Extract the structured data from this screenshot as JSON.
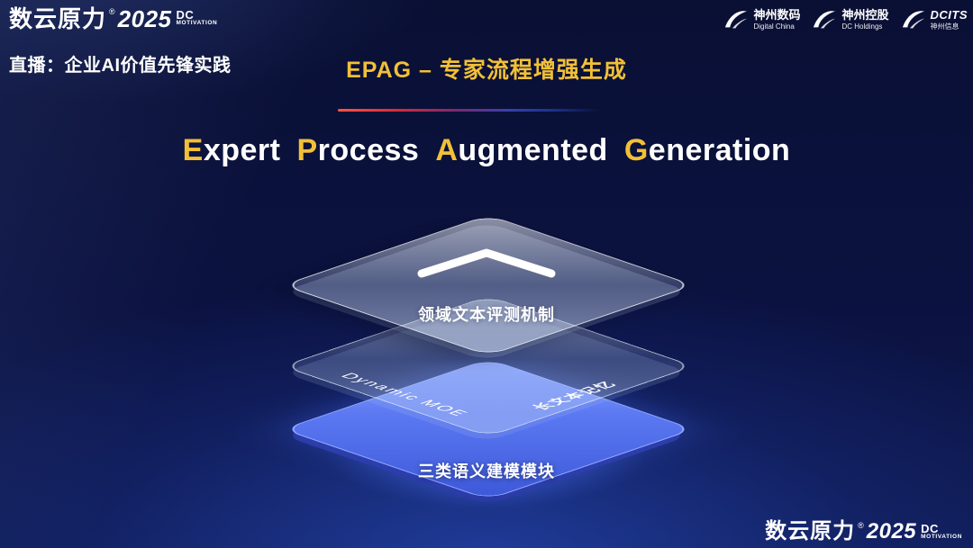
{
  "colors": {
    "gold": "#f2c037",
    "accent_red": "#ff5342",
    "accent_blue": "#2a4ad6",
    "layer_blue": "#4a67e8"
  },
  "header": {
    "logo": {
      "brand": "数云原力",
      "reg": "®",
      "year": "2025",
      "sub_top": "DC",
      "sub_bottom": "MOTIVATION"
    },
    "stream_label": "直播：企业AI价值先锋实践",
    "slide_title": "EPAG – 专家流程增强生成",
    "partners": [
      {
        "name": "神州数码",
        "sub": "Digital China"
      },
      {
        "name": "神州控股",
        "sub": "DC Holdings"
      },
      {
        "name": "DCITS",
        "sub": "神州信息"
      }
    ]
  },
  "title": {
    "words": [
      {
        "initial": "E",
        "rest": "xpert"
      },
      {
        "initial": "P",
        "rest": "rocess"
      },
      {
        "initial": "A",
        "rest": "ugmented"
      },
      {
        "initial": "G",
        "rest": "eneration"
      }
    ]
  },
  "diagram": {
    "top_layer_label": "领域文本评测机制",
    "middle_layer_label_left": "Dynamic  MOE",
    "middle_layer_label_right": "长文本记忆",
    "bottom_layer_label": "三类语义建模模块"
  },
  "footer": {
    "logo": {
      "brand": "数云原力",
      "reg": "®",
      "year": "2025",
      "sub_top": "DC",
      "sub_bottom": "MOTIVATION"
    }
  }
}
